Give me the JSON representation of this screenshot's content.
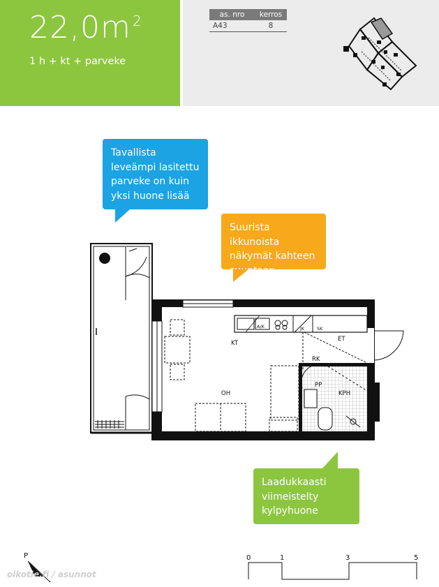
{
  "header": {
    "area": "22,0m",
    "area_unit_sup": "2",
    "rooms": "1 h + kt + parveke"
  },
  "info_table": {
    "headers": [
      "as. nro",
      "kerros"
    ],
    "values": [
      "A43",
      "8"
    ]
  },
  "callouts": {
    "balcony": "Tavallista leveämpi lasitettu parveke on kuin yksi huone lisää",
    "windows": "Suurista ikkunoista näkymät kahteen suuntaan",
    "bathroom": "Laadukkaasti viimeistelty kylpyhuone"
  },
  "room_labels": {
    "kt": "KT",
    "oh": "OH",
    "kph": "KPH",
    "et": "ET",
    "rk": "RK",
    "pp": "PP",
    "ak": "A/K",
    "jk": "JK",
    "sk": "SK"
  },
  "compass": {
    "label": "P"
  },
  "scale": {
    "labels": [
      "0",
      "1",
      "3",
      "5"
    ]
  },
  "footer": {
    "source": "oikotie.fi / asunnot"
  },
  "colors": {
    "green": "#8cc63f",
    "blue": "#1ba3e3",
    "orange": "#f7a81b",
    "header_grey": "#ececec"
  }
}
